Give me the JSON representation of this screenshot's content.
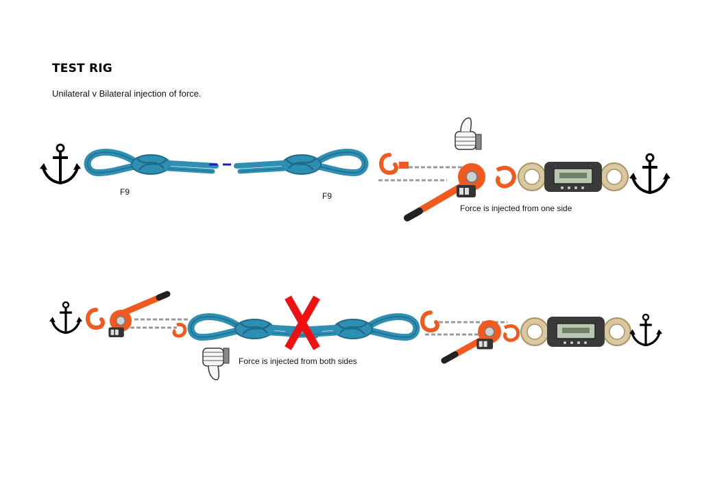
{
  "header": {
    "title": "TEST RIG",
    "subtitle": "Unilateral v Bilateral injection of force."
  },
  "rig_top": {
    "knot_left_label": "F9",
    "knot_right_label": "F9",
    "caption": "Force is injected from one side",
    "verdict_icon": "thumbs-up-icon"
  },
  "rig_bottom": {
    "caption": "Force is injected from both sides",
    "verdict_icon": "thumbs-down-icon",
    "cross_icon": "red-x-icon"
  },
  "colors": {
    "rope": "#2f8fb3",
    "rope_dark": "#1d6c8c",
    "hoist_orange": "#f05a1e",
    "dashed_line": "#1a1acc",
    "cross_red": "#ee1111",
    "anchor": "#000000",
    "chain": "#9a9a9a"
  }
}
